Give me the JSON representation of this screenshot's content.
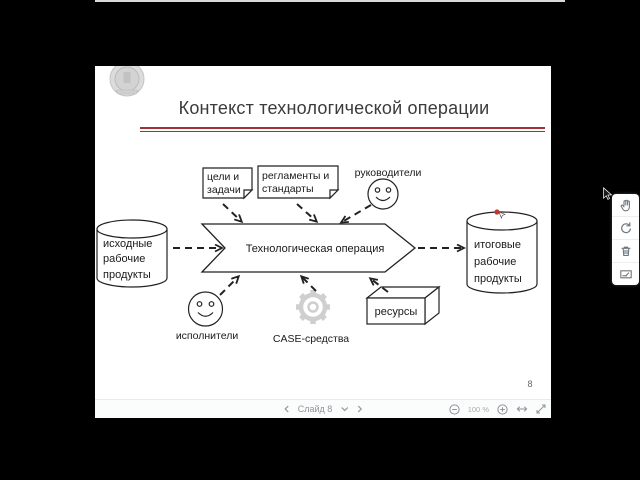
{
  "slide": {
    "title": "Контекст технологической операции",
    "page_number": "8",
    "diagram": {
      "process": "Технологическая операция",
      "input_store": [
        "исходные",
        "рабочие",
        "продукты"
      ],
      "output_store": [
        "итоговые",
        "рабочие",
        "продукты"
      ],
      "goals_note": [
        "цели и",
        "задачи"
      ],
      "standards_note": [
        "регламенты и",
        "стандарты"
      ],
      "managers": "руководители",
      "executors": "исполнители",
      "case_tools": "CASE-средства",
      "resources": "ресурсы"
    }
  },
  "viewer": {
    "nav": {
      "slide_label": "Слайд 8",
      "prev_icon": "chevron-left",
      "dropdown_icon": "chevron-down",
      "next_icon": "chevron-right"
    },
    "zoom": {
      "out_icon": "circle-minus",
      "level": "100 %",
      "in_icon": "circle-plus",
      "fit_icon": "arrows-horizontal",
      "fullscreen_icon": "expand-arrows"
    },
    "side_toolbar_icons": [
      "hand-pan",
      "undo",
      "trash",
      "signature"
    ]
  },
  "colors": {
    "accent_underline": "#a33134",
    "title_text": "#3b3b3b",
    "diagram_stroke": "#222222",
    "gear_gray": "#cfcfcf",
    "ui_icon_gray": "#8d959c",
    "pointer_red": "#c0392b"
  }
}
